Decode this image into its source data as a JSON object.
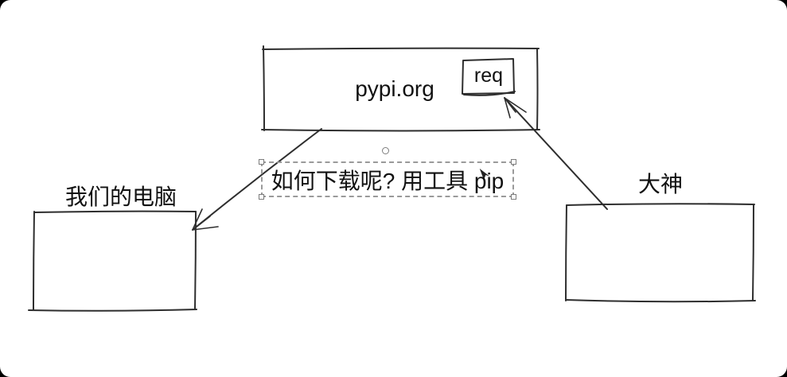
{
  "canvas": {
    "background": "#ffffff",
    "frame_background": "#000000"
  },
  "palette": {
    "stroke": "#2e2e2e",
    "text": "#111111",
    "selection_dash": "#9a9a9a",
    "handle_border": "#7d7d7d",
    "handle_fill": "#ffffff"
  },
  "shapes": {
    "pypi_box": {
      "label": "pypi.org"
    },
    "req_box": {
      "label": "req"
    },
    "our_computer_box": {
      "label": "我们的电脑"
    },
    "expert_box": {
      "label": "大神"
    }
  },
  "selection": {
    "text": "如何下载呢? 用工具 pip",
    "handles": [
      "top-left",
      "top-right",
      "bottom-left",
      "bottom-right",
      "rotate"
    ]
  },
  "arrows": [
    {
      "name": "pypi-to-our-computer",
      "from": "pypi.org",
      "to": "我们的电脑"
    },
    {
      "name": "expert-to-req",
      "from": "大神",
      "to": "req"
    }
  ]
}
